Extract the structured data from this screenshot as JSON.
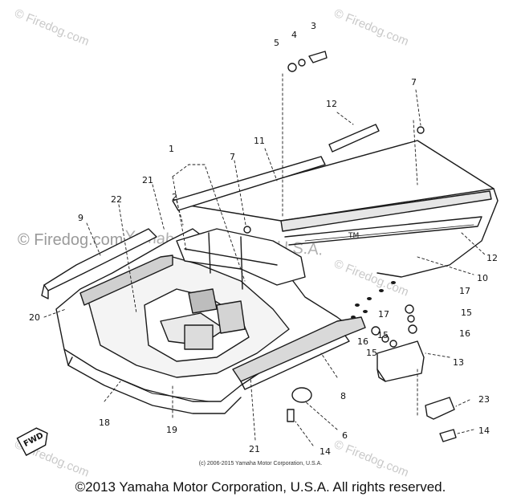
{
  "diagram": {
    "callouts": [
      {
        "id": "c1",
        "text": "1"
      },
      {
        "id": "c2",
        "text": "2"
      },
      {
        "id": "c3",
        "text": "3"
      },
      {
        "id": "c4",
        "text": "4"
      },
      {
        "id": "c5",
        "text": "5"
      },
      {
        "id": "c6",
        "text": "6"
      },
      {
        "id": "c7a",
        "text": "7"
      },
      {
        "id": "c7b",
        "text": "7"
      },
      {
        "id": "c8",
        "text": "8"
      },
      {
        "id": "c9",
        "text": "9"
      },
      {
        "id": "c10",
        "text": "10"
      },
      {
        "id": "c11",
        "text": "11"
      },
      {
        "id": "c12a",
        "text": "12"
      },
      {
        "id": "c12b",
        "text": "12"
      },
      {
        "id": "c13",
        "text": "13"
      },
      {
        "id": "c14a",
        "text": "14"
      },
      {
        "id": "c14b",
        "text": "14"
      },
      {
        "id": "c15a",
        "text": "15"
      },
      {
        "id": "c15b",
        "text": "15"
      },
      {
        "id": "c15c",
        "text": "15"
      },
      {
        "id": "c16a",
        "text": "16"
      },
      {
        "id": "c16b",
        "text": "16"
      },
      {
        "id": "c17a",
        "text": "17"
      },
      {
        "id": "c17b",
        "text": "17"
      },
      {
        "id": "c18",
        "text": "18"
      },
      {
        "id": "c19",
        "text": "19"
      },
      {
        "id": "c20",
        "text": "20"
      },
      {
        "id": "c21a",
        "text": "21"
      },
      {
        "id": "c21b",
        "text": "21"
      },
      {
        "id": "c22",
        "text": "22"
      },
      {
        "id": "c23",
        "text": "23"
      }
    ],
    "fwd_label": "FWD",
    "tm_mark": "TM"
  },
  "watermarks": {
    "firedog_short": "© Firedog.com",
    "firedog_site": "© Firedog.com",
    "yamaha_usa": "Yamaha Motor Corp. U.S.A."
  },
  "copyright": {
    "small": "(c) 2006-2015 Yamaha Motor Corporation, U.S.A.",
    "main": "©2013 Yamaha Motor Corporation, U.S.A. All rights reserved."
  }
}
